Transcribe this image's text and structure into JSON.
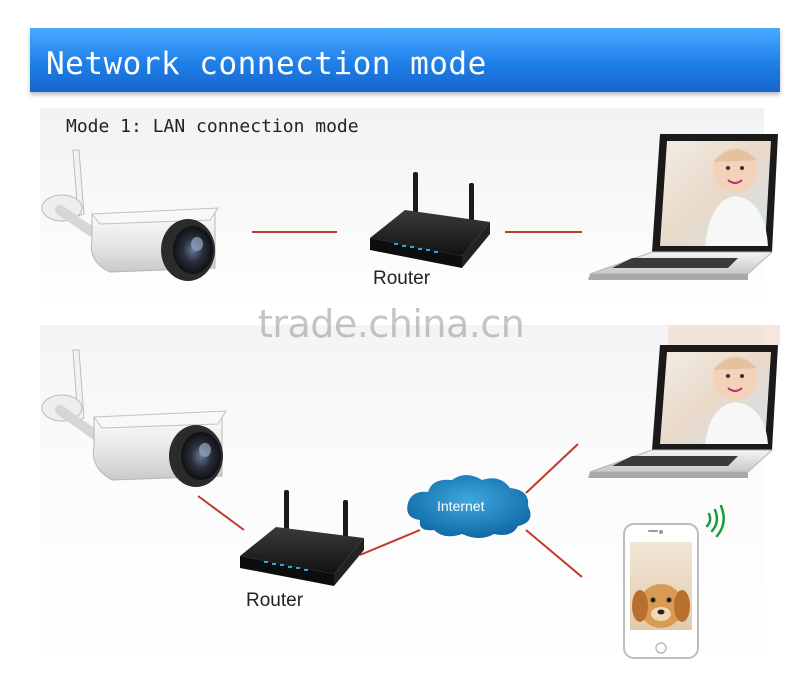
{
  "header": {
    "title": "Network connection mode"
  },
  "mode1": {
    "label": "Mode 1: LAN connection mode",
    "router_label": "Router"
  },
  "mode2": {
    "router_label": "Router",
    "cloud_label": "Internet"
  },
  "watermark": "trade.china.cn",
  "colors": {
    "banner": "#1f7fe8",
    "connector": "#c0392b",
    "cloud": "#1a7fb8"
  }
}
